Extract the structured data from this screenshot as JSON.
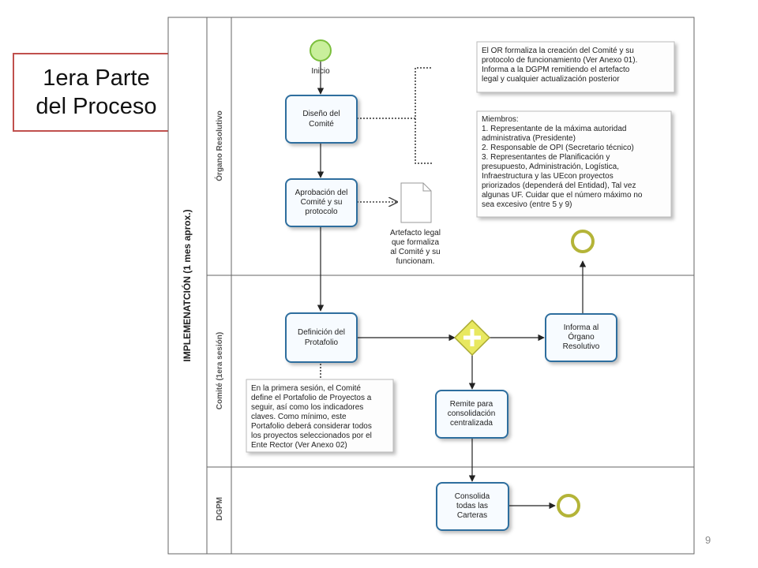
{
  "title": {
    "line1": "1era Parte",
    "line2": "del Proceso"
  },
  "page_number": "9",
  "pool": {
    "label": "IMPLEMENATCIÓN (1 mes aprox.)"
  },
  "lanes": [
    {
      "label": "Órgano Resolutivo"
    },
    {
      "label": "Comité (1era sesión)"
    },
    {
      "label": "DGPM"
    }
  ],
  "events": {
    "start": {
      "label": "Inicio"
    }
  },
  "tasks": {
    "diseno": {
      "lines": [
        "Diseño del",
        "Comité"
      ]
    },
    "aprobacion": {
      "lines": [
        "Aprobación del",
        "Comité y su",
        "protocolo"
      ]
    },
    "definicion": {
      "lines": [
        "Definición del",
        "Protafolio"
      ]
    },
    "informa": {
      "lines": [
        "Informa al",
        "Órgano",
        "Resolutivo"
      ]
    },
    "remite": {
      "lines": [
        "Remite para",
        "consolidación",
        "centralizada"
      ]
    },
    "consolida": {
      "lines": [
        "Consolida",
        "todas las",
        "Carteras"
      ]
    }
  },
  "artifact": {
    "lines": [
      "Artefacto legal",
      "que formaliza",
      "al Comité y su",
      "funcionam."
    ]
  },
  "annotations": {
    "note1": {
      "lines": [
        "El OR formaliza la creación del Comité y su",
        "protocolo de funcionamiento (Ver Anexo 01).",
        "Informa a la DGPM remitiendo el artefacto",
        "legal y cualquier actualización posterior"
      ]
    },
    "note2": {
      "lines": [
        "Miembros:",
        "1. Representante de la máxima autoridad",
        "administrativa (Presidente)",
        "2. Responsable de OPI (Secretario técnico)",
        "3. Representantes de Planificación y",
        "presupuesto, Administración, Logística,",
        "Infraestructura y las UEcon proyectos",
        "priorizados (dependerá del Entidad), Tal vez",
        "algunas UF. Cuidar que el número máximo no",
        "sea excesivo (entre 5 y 9)"
      ]
    },
    "note3": {
      "lines": [
        "En la primera sesión, el Comité",
        "define el Portafolio de Proyectos a",
        "seguir, así como los indicadores",
        "claves. Como mínimo, este",
        "Portafolio deberá considerar todos",
        "los proyectos seleccionados por el",
        "Ente Rector (Ver Anexo 02)"
      ]
    }
  },
  "colors": {
    "task_border": "#2e6e9e",
    "task_fill": "#f7fbff",
    "start_event": "#8fd14f",
    "end_event": "#c8c83c",
    "gateway": "#e0e050",
    "note_border": "#bbbbbb",
    "title_border": "#c0504d"
  }
}
